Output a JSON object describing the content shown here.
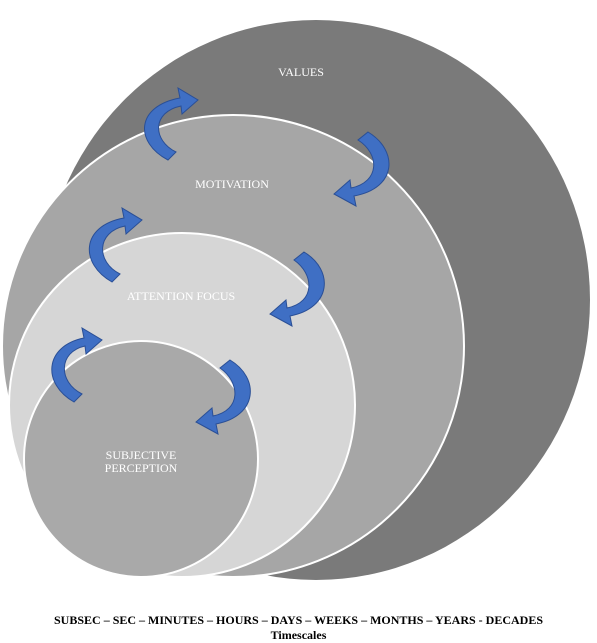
{
  "circles": {
    "values": {
      "label": "VALUES"
    },
    "motivation": {
      "label": "MOTIVATION"
    },
    "attention": {
      "label": "ATTENTION FOCUS"
    },
    "perception": {
      "label_line1": "SUBJECTIVE",
      "label_line2": "PERCEPTION"
    }
  },
  "timescales": {
    "scale": "SUBSEC – SEC – MINUTES – HOURS – DAYS – WEEKS – MONTHS – YEARS - DECADES",
    "caption": "Timescales"
  },
  "colors": {
    "values_fill": "#7a7a7a",
    "motivation_fill": "#a6a6a6",
    "attention_fill": "#d6d6d6",
    "perception_fill": "#a9a9a9",
    "arrow_fill": "#3f6fc4",
    "arrow_stroke": "#2a4f96"
  }
}
